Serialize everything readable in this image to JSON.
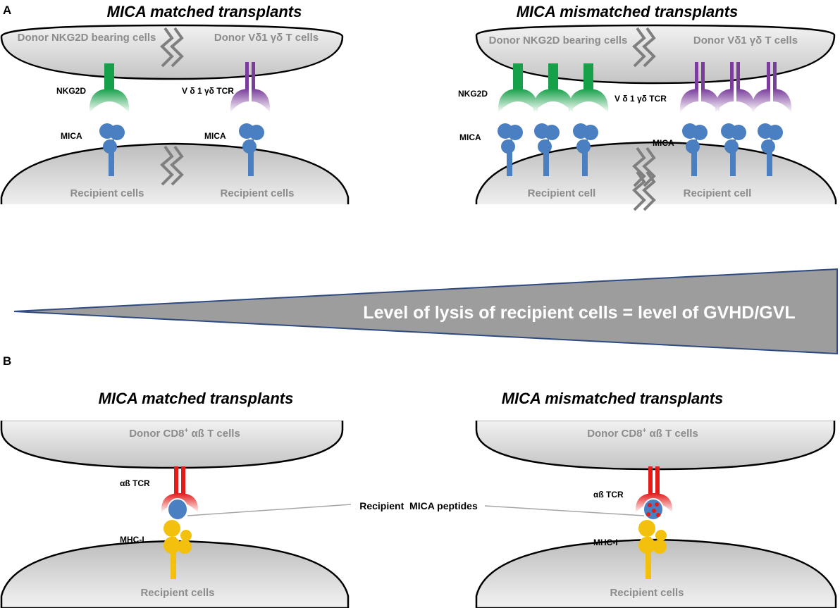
{
  "panel_a": {
    "label": "A",
    "left": {
      "title": "MICA matched transplants",
      "donor_nk_label": "Donor NKG2D bearing cells",
      "donor_vd1_label": "Donor Vδ1 γδ T cells",
      "nkg2d_label": "NKG2D",
      "tcr_label": "V δ 1 γδ TCR",
      "mica_left_label": "MICA",
      "mica_right_label": "MICA",
      "recipient_left_label": "Recipient cells",
      "recipient_right_label": "Recipient cells"
    },
    "right": {
      "title": "MICA mismatched transplants",
      "donor_nk_label": "Donor NKG2D bearing cells",
      "donor_vd1_label": "Donor Vδ1 γδ T cells",
      "nkg2d_label": "NKG2D",
      "tcr_label": "V δ 1 γδ TCR",
      "mica_left_label": "MICA",
      "mica_right_label": "MICA",
      "recipient_left_label": "Recipient cell",
      "recipient_right_label": "Recipient cell"
    }
  },
  "wedge": {
    "text": "Level of lysis of recipient cells = level of GVHD/GVL"
  },
  "panel_b": {
    "label": "B",
    "left": {
      "title": "MICA matched transplants",
      "donor_label": "Donor CD8",
      "donor_sup": "+",
      "donor_suffix": " αß T cells",
      "tcr_label": "αß TCR",
      "mhc_label": "MHC-I",
      "recipient_label": "Recipient cells"
    },
    "right": {
      "title": "MICA mismatched transplants",
      "donor_label": "Donor CD8",
      "donor_sup": "+",
      "donor_suffix": " αß T cells",
      "tcr_label": "αß TCR",
      "mhc_label": "MHC-I",
      "recipient_label": "Recipient cells"
    },
    "peptides_label": "Recipient  MICA peptides"
  },
  "colors": {
    "cell_fill": "#d9d9d9",
    "nkg2d": "#17a04a",
    "tcr_vd1": "#7a3d9c",
    "mica": "#4a7fc1",
    "tcr_ab": "#e21b1b",
    "mhc": "#f2c00d",
    "wedge": "#9d9d9d",
    "wedge_edge": "#2f4a80"
  }
}
